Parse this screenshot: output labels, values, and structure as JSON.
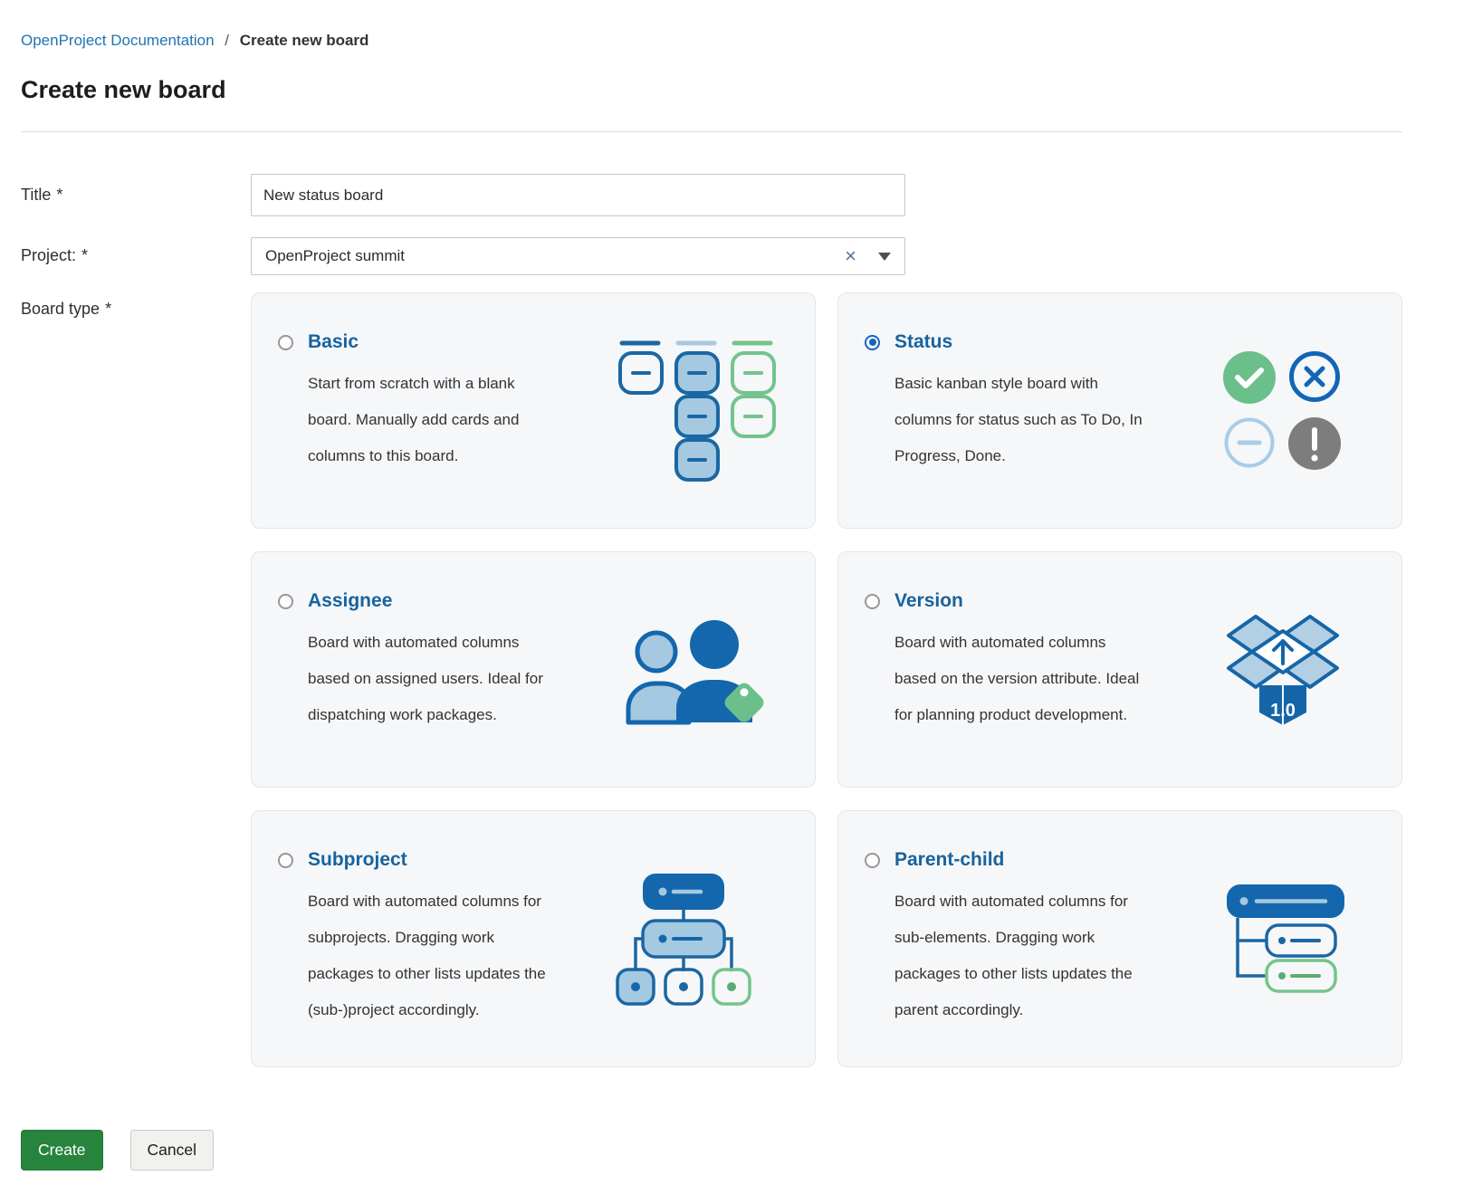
{
  "breadcrumb": {
    "parent": "OpenProject Documentation",
    "separator": "/",
    "current": "Create new board"
  },
  "page_title": "Create new board",
  "form": {
    "title": {
      "label": "Title",
      "required": "*",
      "value": "New status board"
    },
    "project": {
      "label": "Project:",
      "required": "*",
      "value": "OpenProject summit",
      "clear_icon": "×"
    },
    "board_type": {
      "label": "Board type",
      "required": "*"
    }
  },
  "board_types": [
    {
      "id": "basic",
      "label": "Basic",
      "selected": false,
      "icon": "basic-board-icon",
      "description": "Start from scratch with a blank board. Manually add cards and columns to this board."
    },
    {
      "id": "status",
      "label": "Status",
      "selected": true,
      "icon": "status-circles-icon",
      "description": "Basic kanban style board with columns for status such as To Do, In Progress, Done."
    },
    {
      "id": "assignee",
      "label": "Assignee",
      "selected": false,
      "icon": "assignee-users-icon",
      "description": "Board with automated columns based on assigned users. Ideal for dispatching work packages."
    },
    {
      "id": "version",
      "label": "Version",
      "selected": false,
      "icon": "version-box-icon",
      "badge": "1.0",
      "description": "Board with automated columns based on the version attribute. Ideal for planning product development."
    },
    {
      "id": "subproject",
      "label": "Subproject",
      "selected": false,
      "icon": "subproject-tree-icon",
      "description": "Board with automated columns for subprojects. Dragging work packages to other lists updates the (sub-)project accordingly."
    },
    {
      "id": "parent_child",
      "label": "Parent-child",
      "selected": false,
      "icon": "parent-child-tree-icon",
      "description": "Board with automated columns for sub-elements. Dragging work packages to other lists updates the parent accordingly."
    }
  ],
  "actions": {
    "create": "Create",
    "cancel": "Cancel"
  },
  "colors": {
    "link_blue": "#1f74b2",
    "title_blue": "#17639e",
    "icon_dark_blue": "#1a67a3",
    "icon_solid_blue": "#1467ad",
    "icon_light_blue": "#a5c9e1",
    "icon_green": "#6abf8b",
    "icon_gray": "#7d7d7d",
    "radio_checked_blue": "#1565c0",
    "create_button_green": "#27843d"
  }
}
